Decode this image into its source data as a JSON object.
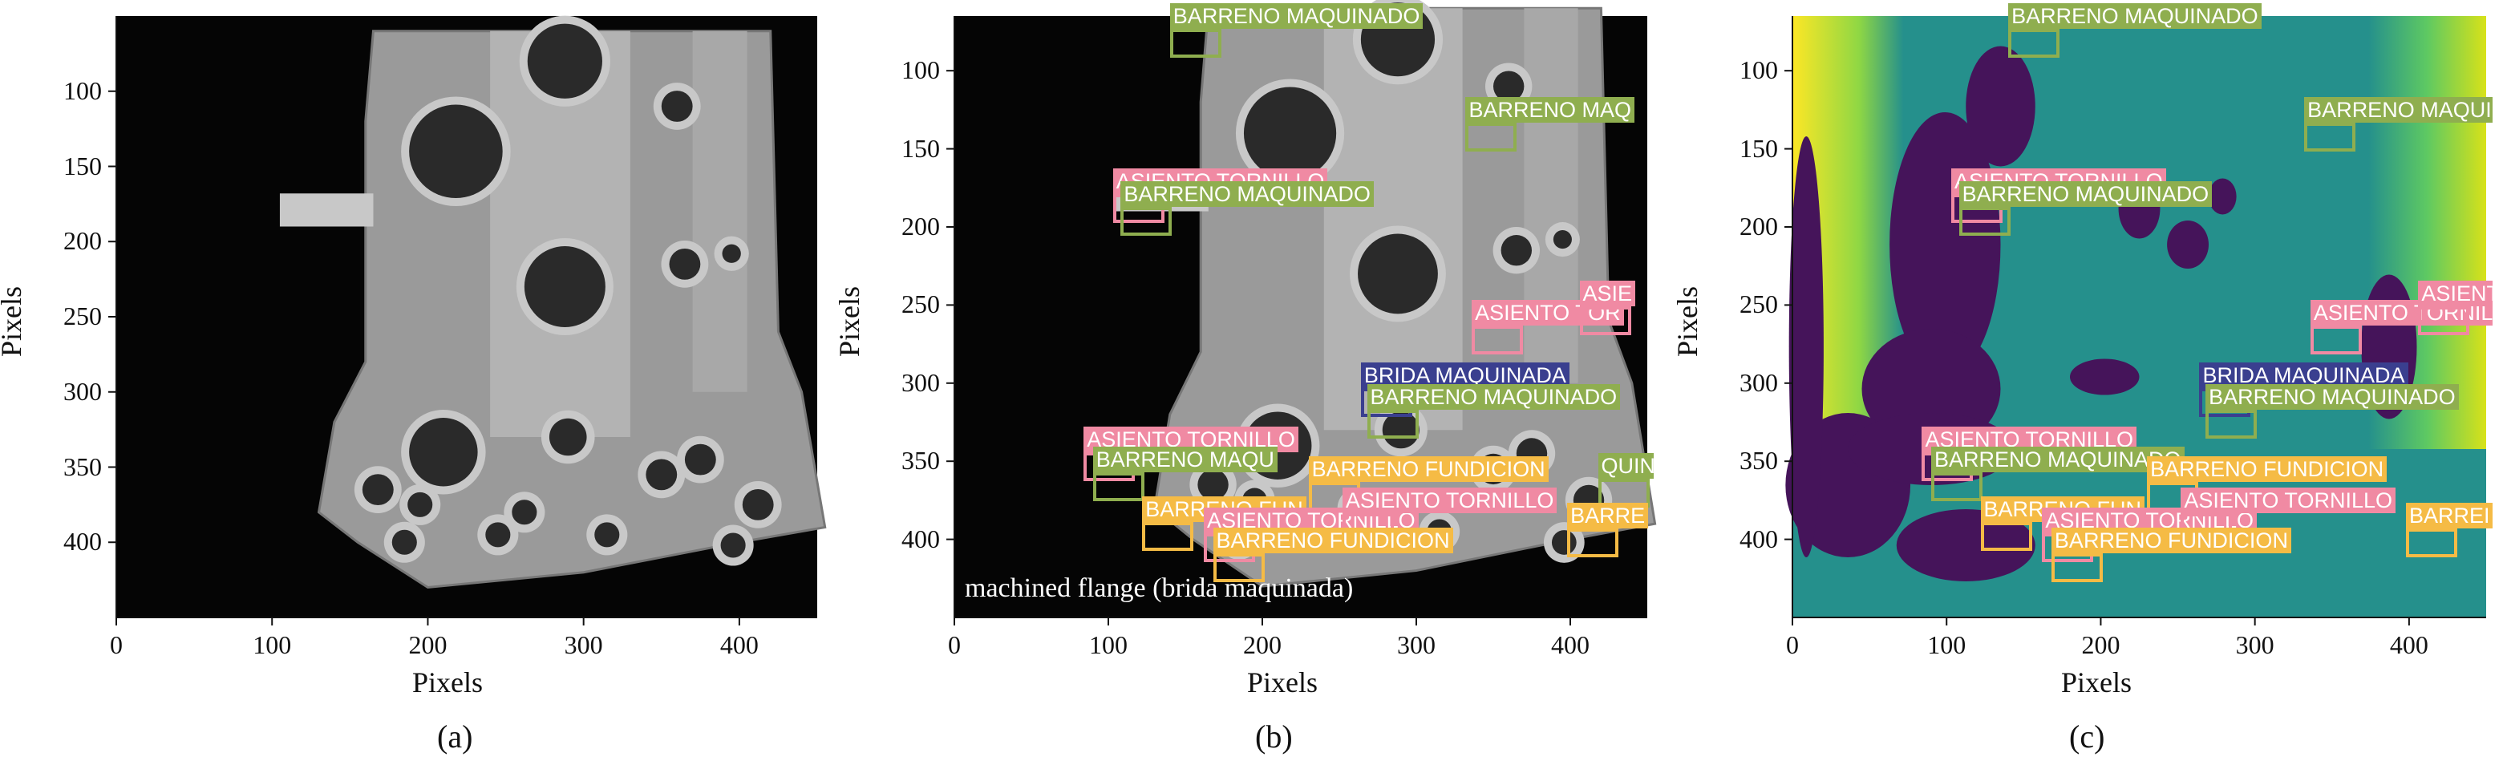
{
  "chart_data": [
    {
      "type": "image",
      "panel": "(a)",
      "xlabel": "Pixels",
      "ylabel": "Pixels",
      "xlim": [
        0,
        450
      ],
      "ylim": [
        450,
        50
      ],
      "x_ticks": [
        0,
        100,
        200,
        300,
        400
      ],
      "y_ticks": [
        100,
        150,
        200,
        250,
        300,
        350,
        400
      ]
    },
    {
      "type": "image",
      "panel": "(b)",
      "xlabel": "Pixels",
      "ylabel": "Pixels",
      "xlim": [
        0,
        450
      ],
      "ylim": [
        450,
        65
      ],
      "x_ticks": [
        0,
        100,
        200,
        300,
        400
      ],
      "y_ticks": [
        100,
        150,
        200,
        250,
        300,
        350,
        400
      ],
      "caption": "machined flange (brida maquinada)",
      "detections": [
        {
          "label": "BARRENO MAQUINADO",
          "class": "barreno_maquinado",
          "x": 140,
          "y": 72
        },
        {
          "label": "BARRENO MAQ",
          "class": "barreno_maquinado",
          "x": 332,
          "y": 132
        },
        {
          "label": "ASIENTO TORNILLO",
          "class": "asiento_tornillo",
          "x": 103,
          "y": 178
        },
        {
          "label": "BARRENO MAQUINADO",
          "class": "barreno_maquinado",
          "x": 108,
          "y": 186
        },
        {
          "label": "ASIENTO TOR",
          "class": "asiento_tornillo",
          "x": 336,
          "y": 262
        },
        {
          "label": "ASIE",
          "class": "asiento_tornillo",
          "x": 406,
          "y": 250
        },
        {
          "label": "BRIDA MAQUINADA",
          "class": "brida_maquinada",
          "x": 264,
          "y": 302
        },
        {
          "label": "BARRENO MAQUINADO",
          "class": "barreno_maquinado",
          "x": 268,
          "y": 316
        },
        {
          "label": "ASIENTO TORNILLO",
          "class": "asiento_tornillo",
          "x": 84,
          "y": 343
        },
        {
          "label": "BARRENO MAQU",
          "class": "barreno_maquinado",
          "x": 90,
          "y": 356
        },
        {
          "label": "BARRENO FUNDICION",
          "class": "barreno_fundicion",
          "x": 230,
          "y": 362
        },
        {
          "label": "QUIN",
          "class": "barreno_maquinado",
          "x": 418,
          "y": 360
        },
        {
          "label": "BARRENO FUN",
          "class": "barreno_fundicion",
          "x": 122,
          "y": 388
        },
        {
          "label": "ASIENTO TORNILLO",
          "class": "asiento_tornillo",
          "x": 162,
          "y": 395
        },
        {
          "label": "ASIENTO TORNILLO",
          "class": "asiento_tornillo",
          "x": 252,
          "y": 382
        },
        {
          "label": "BARRE",
          "class": "barreno_fundicion",
          "x": 398,
          "y": 392
        },
        {
          "label": "BARRENO FUNDICION",
          "class": "barreno_fundicion",
          "x": 168,
          "y": 408
        }
      ]
    },
    {
      "type": "heatmap",
      "panel": "(c)",
      "xlabel": "Pixels",
      "ylabel": "Pixels",
      "xlim": [
        0,
        450
      ],
      "ylim": [
        450,
        65
      ],
      "x_ticks": [
        0,
        100,
        200,
        300,
        400
      ],
      "y_ticks": [
        100,
        150,
        200,
        250,
        300,
        350,
        400
      ],
      "detections": [
        {
          "label": "BARRENO MAQUINADO",
          "class": "barreno_maquinado",
          "x": 140,
          "y": 72
        },
        {
          "label": "BARRENO MAQUINADO",
          "class": "barreno_maquinado",
          "x": 332,
          "y": 132
        },
        {
          "label": "ASIENTO TORNILLO",
          "class": "asiento_tornillo",
          "x": 103,
          "y": 178
        },
        {
          "label": "BARRENO MAQUINADO",
          "class": "barreno_maquinado",
          "x": 108,
          "y": 186
        },
        {
          "label": "ASIENTO TORNILLO",
          "class": "asiento_tornillo",
          "x": 336,
          "y": 262
        },
        {
          "label": "ASIENTO",
          "class": "asiento_tornillo",
          "x": 406,
          "y": 250
        },
        {
          "label": "BRIDA MAQUINADA",
          "class": "brida_maquinada",
          "x": 264,
          "y": 302
        },
        {
          "label": "BARRENO MAQUINADO",
          "class": "barreno_maquinado",
          "x": 268,
          "y": 316
        },
        {
          "label": "ASIENTO TORNILLO",
          "class": "asiento_tornillo",
          "x": 84,
          "y": 343
        },
        {
          "label": "BARRENO MAQUINADO",
          "class": "barreno_maquinado",
          "x": 90,
          "y": 356
        },
        {
          "label": "BARRENO FUNDICION",
          "class": "barreno_fundicion",
          "x": 230,
          "y": 362
        },
        {
          "label": "BARRENO FUN",
          "class": "barreno_fundicion",
          "x": 122,
          "y": 388
        },
        {
          "label": "ASIENTO TORNILLO",
          "class": "asiento_tornillo",
          "x": 162,
          "y": 395
        },
        {
          "label": "ASIENTO TORNILLO",
          "class": "asiento_tornillo",
          "x": 252,
          "y": 382
        },
        {
          "label": "BARREI",
          "class": "barreno_fundicion",
          "x": 398,
          "y": 392
        },
        {
          "label": "BARRENO FUNDICION",
          "class": "barreno_fundicion",
          "x": 168,
          "y": 408
        }
      ]
    }
  ],
  "colors": {
    "barreno_maquinado": "#8fae4f",
    "asiento_tornillo": "#f08aa3",
    "brida_maquinada": "#3a3f8f",
    "barreno_fundicion": "#f5bb45",
    "plot_background": "#050505",
    "heatmap_teal": "#25908c",
    "heatmap_purple": "#45145a",
    "heatmap_yellow": "#fde725",
    "heatmap_green": "#5ec962"
  }
}
